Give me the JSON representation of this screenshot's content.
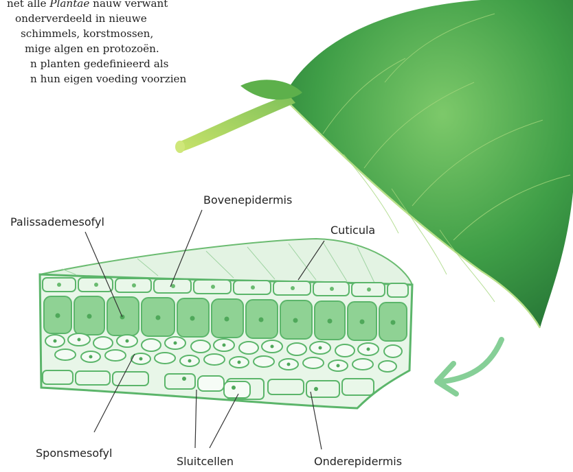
{
  "text_lines": [
    [
      "net alle ",
      "Plantae",
      " nauw verwant"
    ],
    [
      "onderverdeeld in nieuwe",
      "",
      ""
    ],
    [
      "schimmels, korstmossen,",
      "",
      ""
    ],
    [
      "mige algen en protozoën.",
      "",
      ""
    ],
    [
      "n planten gedefinieerd als",
      "",
      ""
    ],
    [
      "n hun eigen voeding voorzien",
      "",
      ""
    ]
  ],
  "labels": {
    "bovenepidermis": "Bovenepidermis",
    "palissademesofyl": "Palissademesofyl",
    "cuticula": "Cuticula",
    "sponsmesofyl": "Sponsmesofyl",
    "sluitcellen": "Sluitcellen",
    "onderepidermis": "Onderepidermis"
  },
  "colors": {
    "leaf_dark": "#2f8a3e",
    "leaf_light": "#6cbf5a",
    "tissue_line": "#5bb56a",
    "tissue_fill": "#d9efd9",
    "cell_dark": "#7ccc84",
    "arrow": "#86cf97"
  }
}
